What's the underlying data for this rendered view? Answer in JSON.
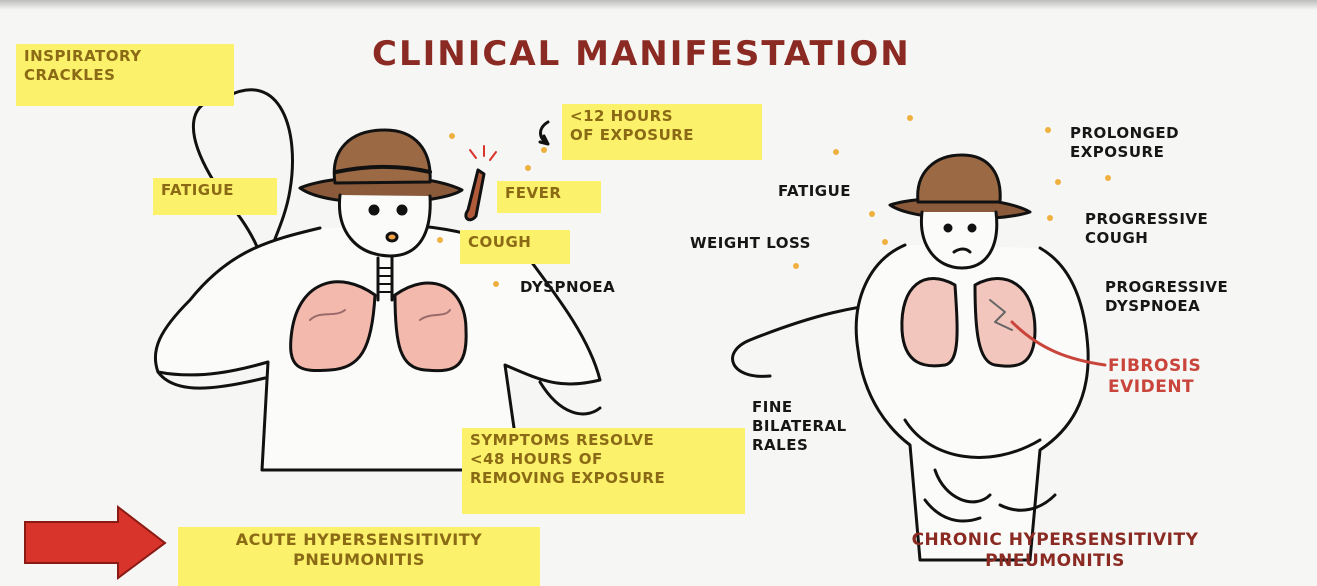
{
  "title": "CLINICAL MANIFESTATION",
  "colors": {
    "highlight": "#fbf16a",
    "highlight_text": "#8a6a15",
    "title": "#8a2a22",
    "arrow": "#d9342b",
    "lung": "#f2b9ac",
    "annotation_red": "#c9443a"
  },
  "acute": {
    "labels": {
      "inspiratory_crackles": "INSPIRATORY\nCRACKLES",
      "fatigue": "FATIGUE",
      "onset": "<12 HOURS\nOF EXPOSURE",
      "fever": "FEVER",
      "cough": "COUGH",
      "dyspnoea": "DYSPNOEA",
      "resolve": "SYMPTOMS RESOLVE\n<48 HOURS OF\nREMOVING EXPOSURE"
    },
    "caption": "ACUTE HYPERSENSITIVITY\nPNEUMONITIS",
    "arrow_icon": "right-arrow-icon"
  },
  "chronic": {
    "labels": {
      "prolonged_exposure": "PROLONGED\nEXPOSURE",
      "fatigue": "FATIGUE",
      "weight_loss": "WEIGHT LOSS",
      "progressive_cough": "PROGRESSIVE\nCOUGH",
      "progressive_dyspnoea": "PROGRESSIVE\nDYSPNOEA",
      "fibrosis": "FIBROSIS\nEVIDENT",
      "fine_rales": "FINE\nBILATERAL\nRALES"
    },
    "caption": "CHRONIC HYPERSENSITIVITY\nPNEUMONITIS"
  }
}
